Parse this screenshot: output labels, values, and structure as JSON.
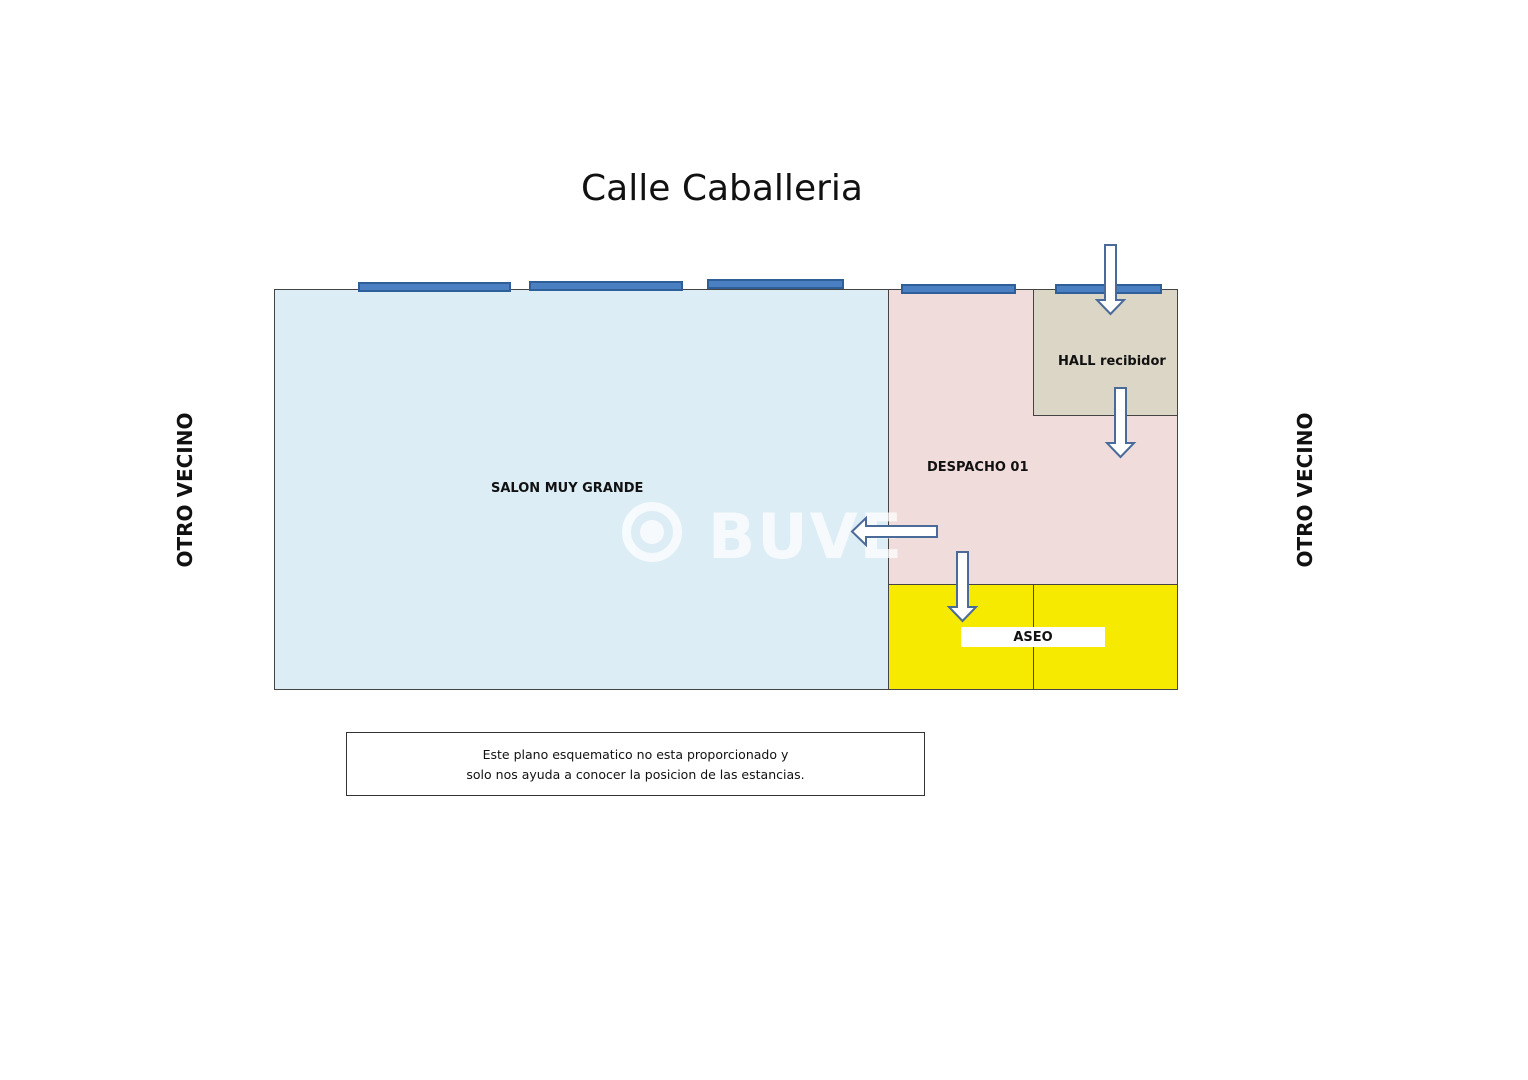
{
  "street": {
    "title": "Calle Caballeria"
  },
  "neighbors": {
    "left": "OTRO VECINO",
    "right": "OTRO VECINO"
  },
  "rooms": {
    "salon": "SALON MUY GRANDE",
    "despacho": "DESPACHO 01",
    "hall": "HALL recibidor",
    "aseo": "ASEO"
  },
  "note": {
    "line1": "Este plano esquematico no esta proporcionado y",
    "line2": "solo nos ayuda a conocer la posicion de las estancias."
  },
  "watermark": {
    "brand": "BUVE",
    "logo": "buve-logo-icon"
  },
  "colors": {
    "salon": "#dcedf6",
    "despacho": "#f1dcdc",
    "hall": "#dcd6c6",
    "aseo": "#f5ea00",
    "window": "#4a7fc1",
    "arrow_stroke": "#4a6a9a"
  }
}
